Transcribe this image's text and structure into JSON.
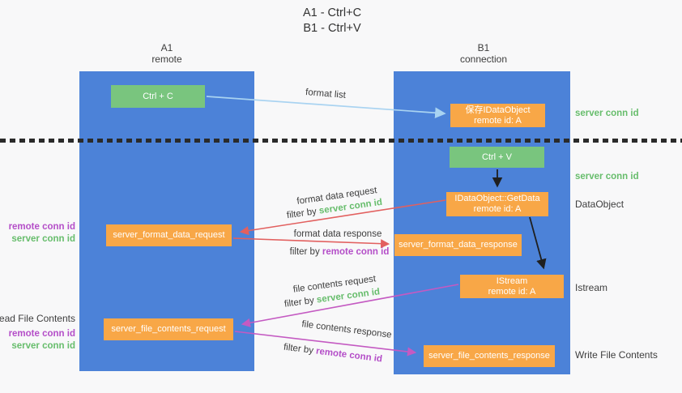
{
  "title": {
    "line1": "A1 - Ctrl+C",
    "line2": "B1 - Ctrl+V"
  },
  "lanes": {
    "left": {
      "name": "A1",
      "role": "remote"
    },
    "right": {
      "name": "B1",
      "role": "connection"
    }
  },
  "nodes": {
    "ctrl_c": {
      "label": "Ctrl + C"
    },
    "save_dataobject": {
      "line1": "保存IDataObject",
      "line2": "remote id: A"
    },
    "ctrl_v": {
      "label": "Ctrl + V"
    },
    "getdata": {
      "line1": "IDataObject::GetData",
      "line2": "remote id: A"
    },
    "format_request": {
      "label": "server_format_data_request"
    },
    "format_response": {
      "label": "server_format_data_response"
    },
    "istream": {
      "line1": "IStream",
      "line2": "remote id: A"
    },
    "file_request": {
      "label": "server_file_contents_request"
    },
    "file_response": {
      "label": "server_file_contents_response"
    }
  },
  "edges": {
    "format_list": "format list",
    "format_data_request": "format data request",
    "format_data_response": "format data response",
    "file_contents_request": "file contents request",
    "file_contents_response": "file contents response",
    "filter_by": "filter by",
    "server_conn_id": "server conn id",
    "remote_conn_id": "remote conn id"
  },
  "side": {
    "server_conn_id": "server conn id",
    "remote_conn_id": "remote conn id",
    "dataobject": "DataObject",
    "istream": "Istream",
    "read_file_contents": "Read File Contents",
    "write_file_contents": "Write File Contents"
  },
  "colors": {
    "background": "#f8f8f9",
    "lane_blue": "#4c82d8",
    "node_green": "#79c57e",
    "node_orange": "#f8a747",
    "arrow_light_blue": "#a9d3f1",
    "arrow_red": "#e2605f",
    "arrow_magenta": "#c45ac2",
    "arrow_black": "#1f1f1f",
    "text_green": "#67bd6c",
    "text_magenta": "#b44ec8",
    "text_dark": "#3d3d3d"
  }
}
